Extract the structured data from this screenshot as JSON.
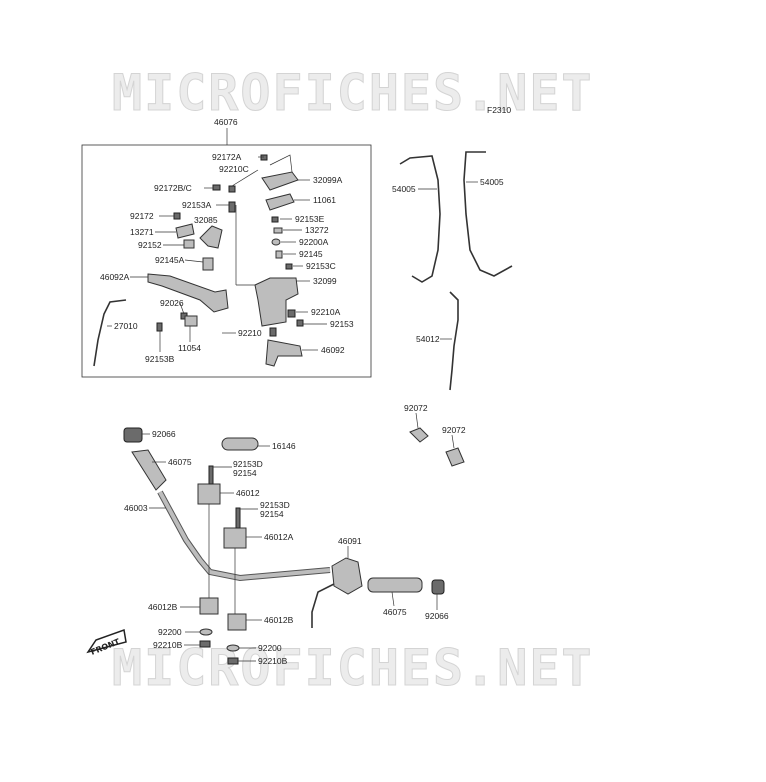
{
  "watermark": "MICROFICHES.NET",
  "diagram_code": "F2310",
  "front_label": "FRONT",
  "labels": [
    {
      "id": "46076",
      "text": "46076"
    },
    {
      "id": "92172A",
      "text": "92172A"
    },
    {
      "id": "92210C",
      "text": "92210C"
    },
    {
      "id": "32099A",
      "text": "32099A"
    },
    {
      "id": "92172B_C",
      "text": "92172B/C"
    },
    {
      "id": "11061",
      "text": "11061"
    },
    {
      "id": "92153A",
      "text": "92153A"
    },
    {
      "id": "92172",
      "text": "92172"
    },
    {
      "id": "32085",
      "text": "32085"
    },
    {
      "id": "92153E",
      "text": "92153E"
    },
    {
      "id": "13271",
      "text": "13271"
    },
    {
      "id": "13272",
      "text": "13272"
    },
    {
      "id": "92152",
      "text": "92152"
    },
    {
      "id": "92200A",
      "text": "92200A"
    },
    {
      "id": "92145",
      "text": "92145"
    },
    {
      "id": "92145A",
      "text": "92145A"
    },
    {
      "id": "92153C",
      "text": "92153C"
    },
    {
      "id": "46092A",
      "text": "46092A"
    },
    {
      "id": "32099",
      "text": "32099"
    },
    {
      "id": "92026",
      "text": "92026"
    },
    {
      "id": "92210A",
      "text": "92210A"
    },
    {
      "id": "27010",
      "text": "27010"
    },
    {
      "id": "92153",
      "text": "92153"
    },
    {
      "id": "92210",
      "text": "92210"
    },
    {
      "id": "11054",
      "text": "11054"
    },
    {
      "id": "46092",
      "text": "46092"
    },
    {
      "id": "92153B",
      "text": "92153B"
    },
    {
      "id": "54005_left",
      "text": "54005"
    },
    {
      "id": "54005_right",
      "text": "54005"
    },
    {
      "id": "54012",
      "text": "54012"
    },
    {
      "id": "92072_a",
      "text": "92072"
    },
    {
      "id": "92072_b",
      "text": "92072"
    },
    {
      "id": "92066_left",
      "text": "92066"
    },
    {
      "id": "16146",
      "text": "16146"
    },
    {
      "id": "46075_left",
      "text": "46075"
    },
    {
      "id": "92153D_a",
      "text": "92153D"
    },
    {
      "id": "92154_a",
      "text": "92154"
    },
    {
      "id": "46012",
      "text": "46012"
    },
    {
      "id": "46003",
      "text": "46003"
    },
    {
      "id": "92153D_b",
      "text": "92153D"
    },
    {
      "id": "92154_b",
      "text": "92154"
    },
    {
      "id": "46012A",
      "text": "46012A"
    },
    {
      "id": "46091",
      "text": "46091"
    },
    {
      "id": "46075_right",
      "text": "46075"
    },
    {
      "id": "92066_right",
      "text": "92066"
    },
    {
      "id": "46012B_left",
      "text": "46012B"
    },
    {
      "id": "46012B_right",
      "text": "46012B"
    },
    {
      "id": "92200_left",
      "text": "92200"
    },
    {
      "id": "92200_right",
      "text": "92200"
    },
    {
      "id": "92210B_left",
      "text": "92210B"
    },
    {
      "id": "92210B_right",
      "text": "92210B"
    }
  ]
}
